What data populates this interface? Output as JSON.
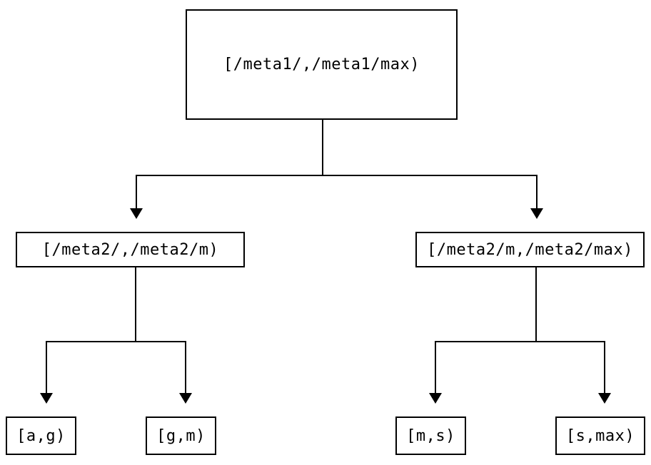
{
  "diagram": {
    "type": "tree",
    "description": "Key-range partition tree diagram",
    "colors": {
      "background": "#ffffff",
      "line": "#000000",
      "text": "#000000",
      "node_fill": "#ffffff"
    },
    "nodes": {
      "root": {
        "label": "[/meta1/,/meta1/max)"
      },
      "meta2_low": {
        "label": "[/meta2/,/meta2/m)"
      },
      "meta2_high": {
        "label": "[/meta2/m,/meta2/max)"
      },
      "leaf_a_g": {
        "label": "[a,g)"
      },
      "leaf_g_m": {
        "label": "[g,m)"
      },
      "leaf_m_s": {
        "label": "[m,s)"
      },
      "leaf_s_max": {
        "label": "[s,max)"
      }
    },
    "edges": [
      {
        "from": "root",
        "to": "meta2_low"
      },
      {
        "from": "root",
        "to": "meta2_high"
      },
      {
        "from": "meta2_low",
        "to": "leaf_a_g"
      },
      {
        "from": "meta2_low",
        "to": "leaf_g_m"
      },
      {
        "from": "meta2_high",
        "to": "leaf_m_s"
      },
      {
        "from": "meta2_high",
        "to": "leaf_s_max"
      }
    ]
  }
}
